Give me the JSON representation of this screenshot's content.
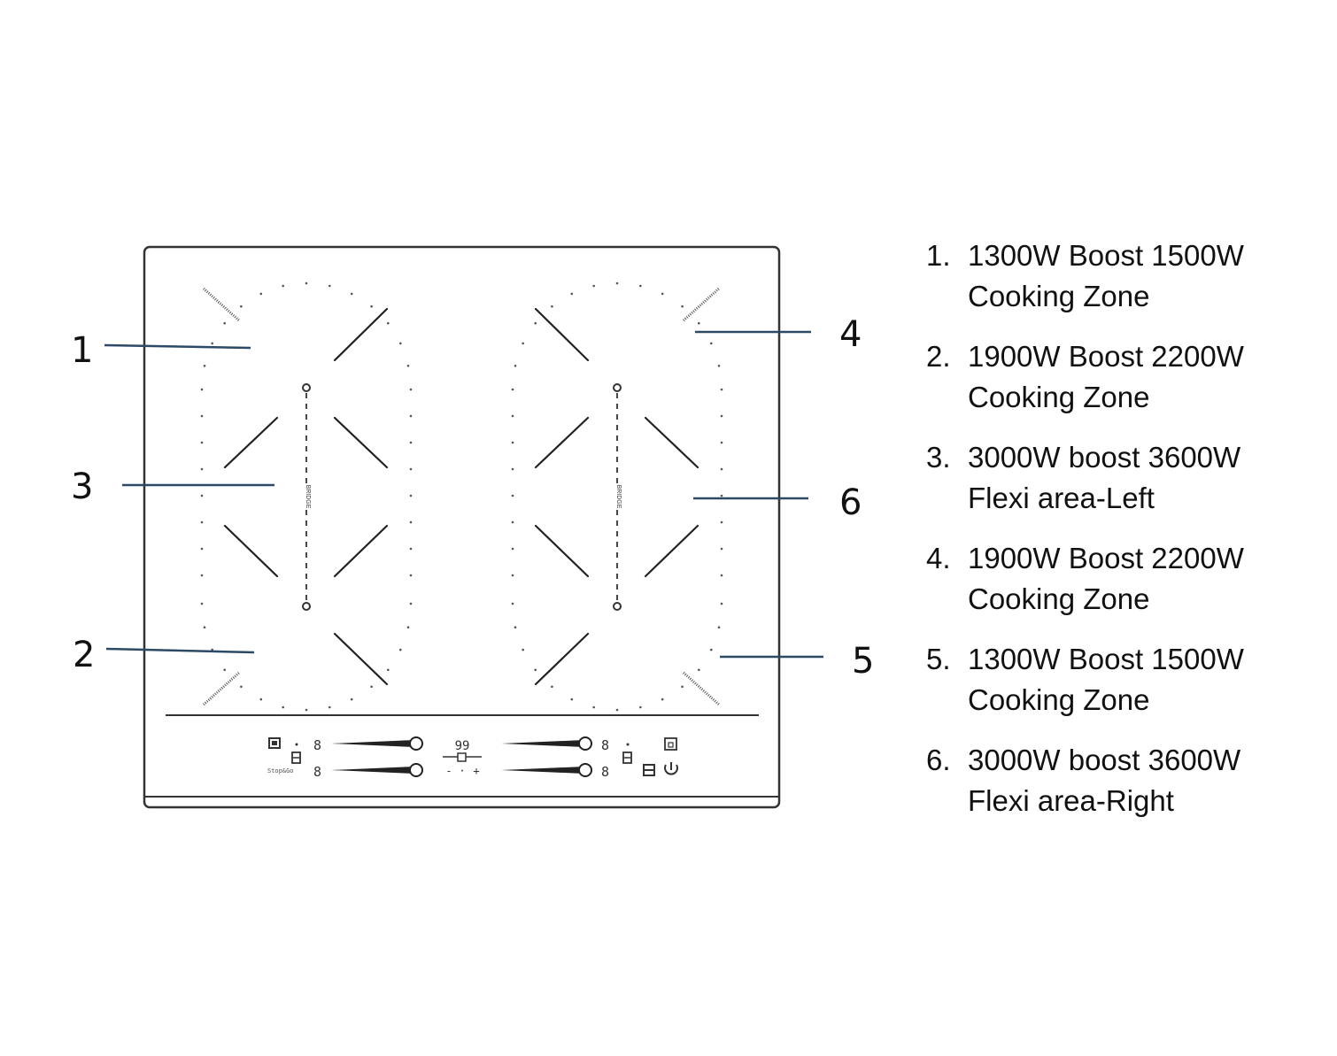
{
  "callouts": [
    {
      "num": "1"
    },
    {
      "num": "2"
    },
    {
      "num": "3"
    },
    {
      "num": "4"
    },
    {
      "num": "5"
    },
    {
      "num": "6"
    }
  ],
  "legend": [
    {
      "num": "1.",
      "line1": "1300W Boost 1500W",
      "line2": "Cooking Zone"
    },
    {
      "num": "2.",
      "line1": "1900W Boost 2200W",
      "line2": "Cooking Zone"
    },
    {
      "num": "3.",
      "line1": "3000W boost 3600W",
      "line2": "Flexi area-Left"
    },
    {
      "num": "4.",
      "line1": "1900W Boost 2200W",
      "line2": "Cooking Zone"
    },
    {
      "num": "5.",
      "line1": "1300W Boost 1500W",
      "line2": "Cooking Zone"
    },
    {
      "num": "6.",
      "line1": "3000W boost 3600W",
      "line2": "Flexi area-Right"
    }
  ],
  "hob_labels": {
    "bridge_left": "BRIDGE",
    "bridge_right": "BRIDGE",
    "timer_display": "99",
    "zone_display": "8",
    "minus": "-",
    "dot": "·",
    "plus": "+",
    "stop_go": "Stop&Go"
  },
  "colors": {
    "outline": "#333333",
    "leader": "#2c4a66",
    "text": "#111111"
  }
}
